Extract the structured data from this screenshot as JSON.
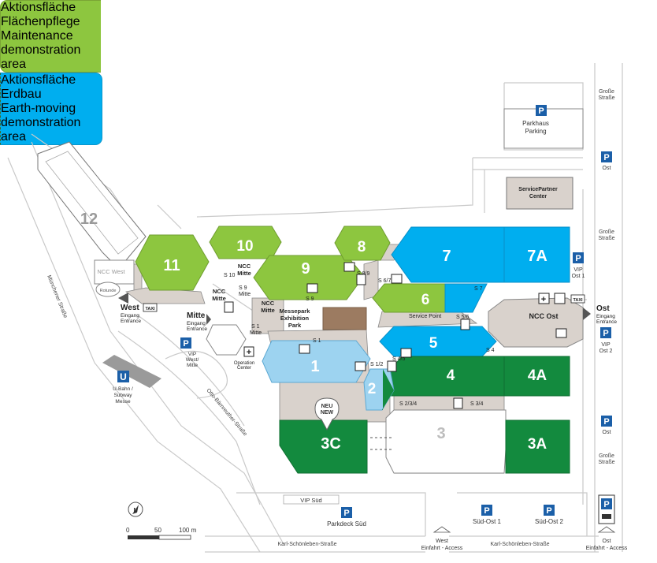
{
  "colors": {
    "green_light": "#8dc63f",
    "green_dark": "#138a3e",
    "blue": "#00aeef",
    "blue_light": "#9dd3f0",
    "hall_grey": "#d9d2cc",
    "parking_blue": "#1b5fa8",
    "brown": "#9c7b61"
  },
  "demo_areas": {
    "left": {
      "de": "Aktionsfläche\nFlächenpflege",
      "en": "Maintenance\ndemonstration area"
    },
    "right": {
      "de": "Aktionsfläche\nErdbau",
      "en": "Earth-moving\ndemonstration area"
    }
  },
  "halls": {
    "h1": "1",
    "h2": "2",
    "h3": "3",
    "h3a": "3A",
    "h3c": "3C",
    "h4": "4",
    "h4a": "4A",
    "h5": "5",
    "h6": "6",
    "h7": "7",
    "h7a": "7A",
    "h8": "8",
    "h9": "9",
    "h10": "10",
    "h11": "11",
    "h12": "12"
  },
  "ncc": {
    "west": "NCC West",
    "mitte_top": "NCC\nMitte",
    "mitte_left": "NCC\nMitte",
    "mitte_center": "NCC\nMitte",
    "ost": "NCC Ost",
    "rotunde": "Rotunde"
  },
  "service_labels": {
    "s1": "S 1",
    "s1_mitte": "S 1\nMitte",
    "s9_mitte": "S 9\nMitte",
    "s9": "S 9",
    "s10": "S 10",
    "s89": "S 8/9",
    "s67": "S 6/7",
    "s7": "S 7",
    "s56": "S 5/6",
    "s4": "S 4",
    "s45": "S 4/5",
    "s12": "S 1/2",
    "s234": "S 2/3/4",
    "s34": "S 3/4"
  },
  "service_point": "Service Point",
  "operation_center": "Operation\nCenter",
  "exhibition_park": "Messepark\nExhibition\nPark",
  "neu_badge": "NEU\nNEW",
  "entrances": {
    "west": {
      "title": "West",
      "sub": "Eingang\nEntrance"
    },
    "mitte": {
      "title": "Mitte",
      "sub": "Eingang\nEntrance"
    },
    "ost": {
      "title": "Ost",
      "sub": "Eingang\nEntrance"
    }
  },
  "parking": {
    "letter": "P",
    "parkhaus": "Parkhaus\nParking",
    "ost_top": "Ost",
    "ost_bottom": "Ost",
    "vip_ost1": "VIP\nOst 1",
    "vip_ost2": "VIP\nOst 2",
    "vip_west_mitte": "VIP\nWest/\nMitte",
    "parkdeck_sued": "Parkdeck Süd",
    "vip_sued": "VIP Süd",
    "sued_ost1": "Süd-Ost 1",
    "sued_ost2": "Süd-Ost 2"
  },
  "service_partner": "ServicePartner\nCenter",
  "subway": {
    "letter": "U",
    "label": "U-Bahn /\nSubway\nMesse"
  },
  "taxi": "TAXI",
  "streets": {
    "grosse1": "Große\nStraße",
    "grosse2": "Große\nStraße",
    "grosse3": "Große\nStraße",
    "muenchener": "Münchener Straße",
    "otto": "Otto-Bärnreuther-Straße",
    "karl_left": "Karl-Schönleben-Straße",
    "karl_right": "Karl-Schönleben-Straße"
  },
  "access": {
    "west": "West\nEinfahrt - Access",
    "ost": "Ost\nEinfahrt - Access"
  },
  "compass": "N",
  "scale": {
    "zero": "0",
    "mid": "50",
    "end": "100 m"
  }
}
